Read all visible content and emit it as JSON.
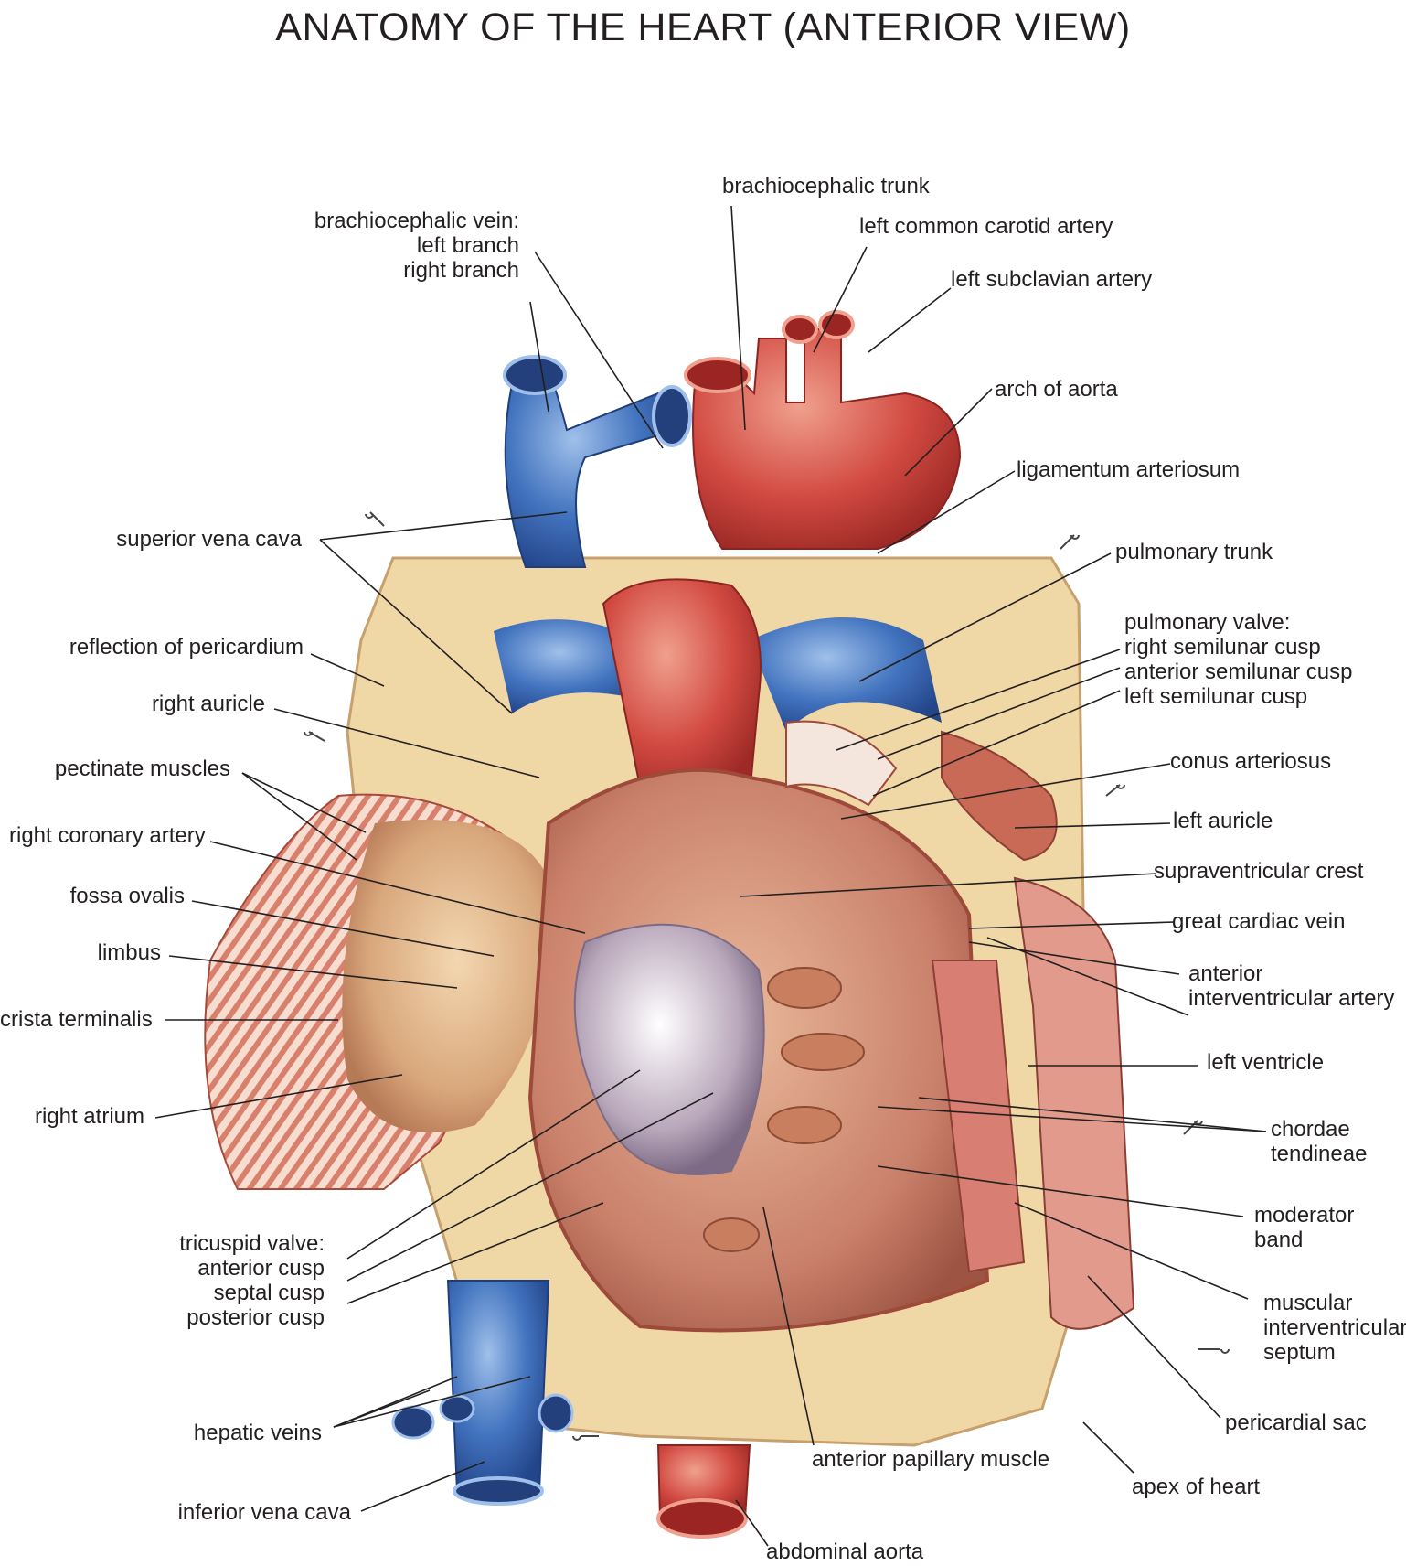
{
  "title": "ANATOMY OF THE HEART (ANTERIOR VIEW)",
  "colors": {
    "vein_blue": "#3f6fb8",
    "artery_red": "#c9403c",
    "pericardium_tan": "#f0d7a6",
    "myocardium": "#d9735f",
    "leader_line": "#231f20"
  },
  "labels": {
    "brachiocephalic_vein": "brachiocephalic vein:\nleft branch\nright branch",
    "brachiocephalic_trunk": "brachiocephalic trunk",
    "left_common_carotid": "left common carotid artery",
    "left_subclavian": "left subclavian artery",
    "arch_of_aorta": "arch of aorta",
    "ligamentum_arteriosum": "ligamentum arteriosum",
    "superior_vena_cava": "superior vena cava",
    "pulmonary_trunk": "pulmonary trunk",
    "pulmonary_valve": "pulmonary valve:\nright semilunar cusp\nanterior semilunar cusp\nleft semilunar cusp",
    "reflection_of_pericardium": "reflection of pericardium",
    "right_auricle": "right auricle",
    "conus_arteriosus": "conus arteriosus",
    "pectinate_muscles": "pectinate muscles",
    "left_auricle": "left auricle",
    "right_coronary_artery": "right coronary artery",
    "supraventricular_crest": "supraventricular crest",
    "fossa_ovalis": "fossa ovalis",
    "great_cardiac_vein": "great cardiac vein",
    "limbus": "limbus",
    "anterior_interventricular_artery": "anterior\ninterventricular artery",
    "crista_terminalis": "crista terminalis",
    "left_ventricle": "left ventricle",
    "right_atrium": "right atrium",
    "chordae_tendineae": "chordae\ntendineae",
    "moderator_band": "moderator\nband",
    "tricuspid_valve": "tricuspid valve:\nanterior cusp\nseptal cusp\nposterior cusp",
    "muscular_interventricular_septum": "muscular\ninterventricular\nseptum",
    "pericardial_sac": "pericardial sac",
    "hepatic_veins": "hepatic veins",
    "anterior_papillary_muscle": "anterior papillary muscle",
    "apex_of_heart": "apex of heart",
    "inferior_vena_cava": "inferior vena cava",
    "abdominal_aorta": "abdominal aorta"
  }
}
